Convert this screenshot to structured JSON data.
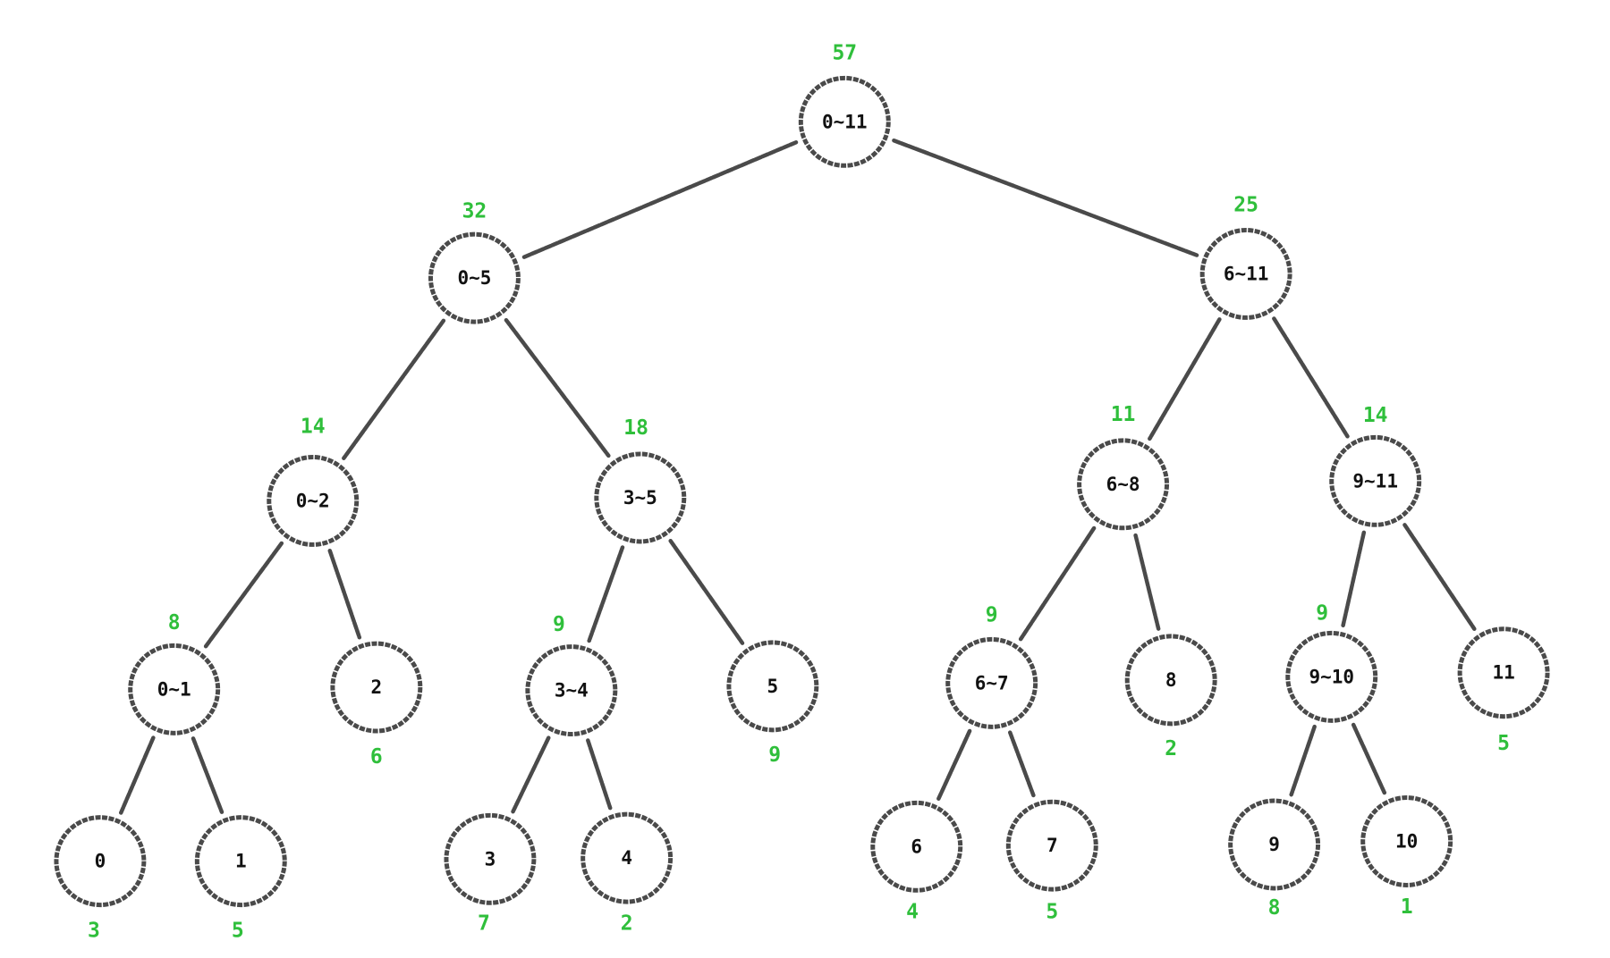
{
  "colors": {
    "sum_text": "#2fbf3b",
    "node_text": "#111111",
    "outline": "#4a4a4a",
    "background": "#ffffff"
  },
  "nodes": [
    {
      "id": "n0-11",
      "label": "0~11",
      "sum": "57"
    },
    {
      "id": "n0-5",
      "label": "0~5",
      "sum": "32"
    },
    {
      "id": "n6-11",
      "label": "6~11",
      "sum": "25"
    },
    {
      "id": "n0-2",
      "label": "0~2",
      "sum": "14"
    },
    {
      "id": "n3-5",
      "label": "3~5",
      "sum": "18"
    },
    {
      "id": "n6-8",
      "label": "6~8",
      "sum": "11"
    },
    {
      "id": "n9-11",
      "label": "9~11",
      "sum": "14"
    },
    {
      "id": "n0-1",
      "label": "0~1",
      "sum": "8"
    },
    {
      "id": "n2",
      "label": "2",
      "sum": "6"
    },
    {
      "id": "n3-4",
      "label": "3~4",
      "sum": "9"
    },
    {
      "id": "n5",
      "label": "5",
      "sum": "9"
    },
    {
      "id": "n6-7",
      "label": "6~7",
      "sum": "9"
    },
    {
      "id": "n8",
      "label": "8",
      "sum": "2"
    },
    {
      "id": "n9-10",
      "label": "9~10",
      "sum": "9"
    },
    {
      "id": "n11",
      "label": "11",
      "sum": "5"
    },
    {
      "id": "n0",
      "label": "0",
      "sum": "3"
    },
    {
      "id": "n1",
      "label": "1",
      "sum": "5"
    },
    {
      "id": "n3",
      "label": "3",
      "sum": "7"
    },
    {
      "id": "n4",
      "label": "4",
      "sum": "2"
    },
    {
      "id": "n6",
      "label": "6",
      "sum": "4"
    },
    {
      "id": "n7",
      "label": "7",
      "sum": "5"
    },
    {
      "id": "n9",
      "label": "9",
      "sum": "8"
    },
    {
      "id": "n10",
      "label": "10",
      "sum": "1"
    }
  ],
  "edges": [
    [
      "n0-11",
      "n0-5"
    ],
    [
      "n0-11",
      "n6-11"
    ],
    [
      "n0-5",
      "n0-2"
    ],
    [
      "n0-5",
      "n3-5"
    ],
    [
      "n6-11",
      "n6-8"
    ],
    [
      "n6-11",
      "n9-11"
    ],
    [
      "n0-2",
      "n0-1"
    ],
    [
      "n0-2",
      "n2"
    ],
    [
      "n3-5",
      "n3-4"
    ],
    [
      "n3-5",
      "n5"
    ],
    [
      "n6-8",
      "n6-7"
    ],
    [
      "n6-8",
      "n8"
    ],
    [
      "n9-11",
      "n9-10"
    ],
    [
      "n9-11",
      "n11"
    ],
    [
      "n0-1",
      "n0"
    ],
    [
      "n0-1",
      "n1"
    ],
    [
      "n3-4",
      "n3"
    ],
    [
      "n3-4",
      "n4"
    ],
    [
      "n6-7",
      "n6"
    ],
    [
      "n6-7",
      "n7"
    ],
    [
      "n9-10",
      "n9"
    ],
    [
      "n9-10",
      "n10"
    ]
  ]
}
